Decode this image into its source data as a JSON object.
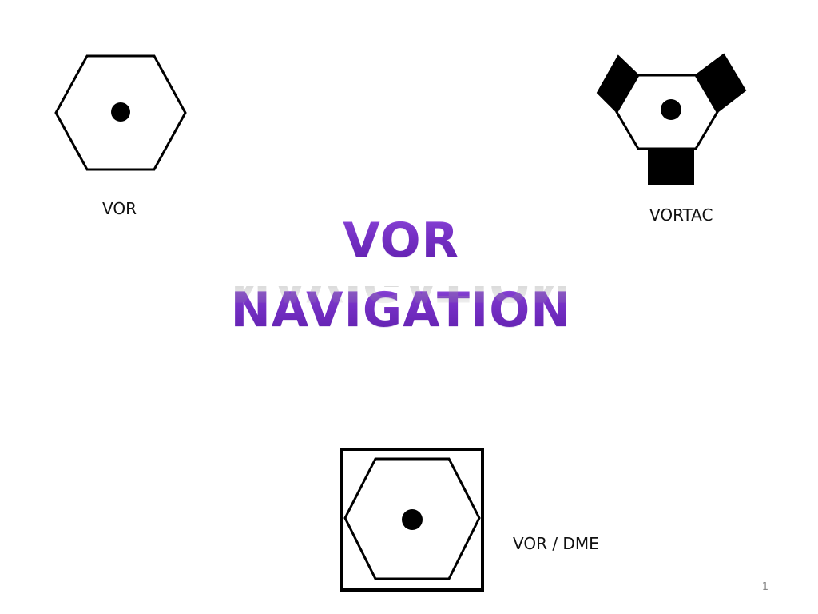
{
  "slide": {
    "title_line1": "VOR",
    "title_line2": "NAVIGATION",
    "page_number": "1"
  },
  "symbols": {
    "vor": {
      "label": "VOR",
      "icon": "vor-hexagon-icon"
    },
    "vortac": {
      "label": "VORTAC",
      "icon": "vortac-icon"
    },
    "vor_dme": {
      "label": "VOR / DME",
      "icon": "vor-dme-icon"
    }
  },
  "colors": {
    "title": "#7a33c9",
    "symbol_stroke": "#000000",
    "background": "#ffffff"
  }
}
